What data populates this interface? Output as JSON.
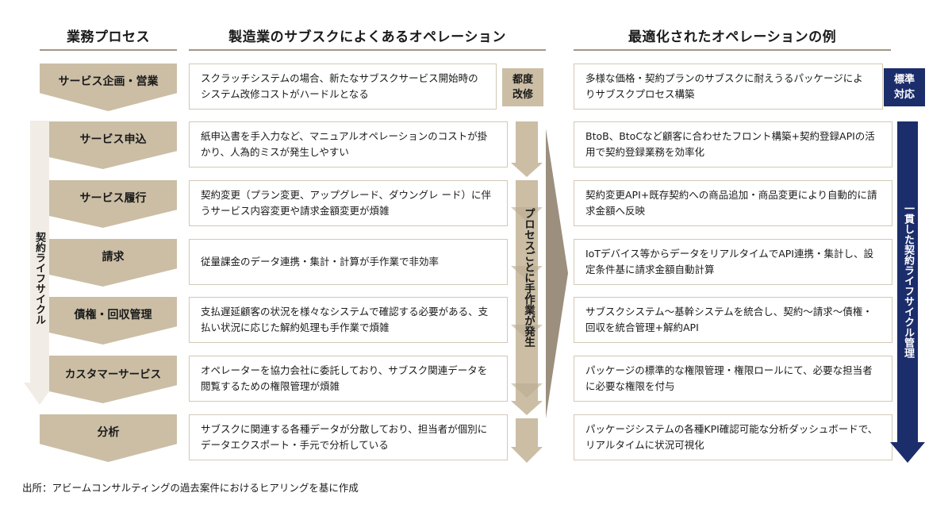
{
  "headers": {
    "process": "業務プロセス",
    "current": "製造業のサブスクによくあるオペレーション",
    "optimized": "最適化されたオペレーションの例"
  },
  "processes": [
    {
      "label": "サービス企画・営業"
    },
    {
      "label": "サービス申込"
    },
    {
      "label": "サービス履行"
    },
    {
      "label": "請求"
    },
    {
      "label": "債権・回収管理"
    },
    {
      "label": "カスタマーサービス"
    },
    {
      "label": "分析"
    }
  ],
  "current_ops": [
    {
      "text": "スクラッチシステムの場合、新たなサブスクサービス開始時のシステム改修コストがハードルとなる"
    },
    {
      "text": "紙申込書を手入力など、マニュアルオペレーションのコストが掛かり、人為的ミスが発生しやすい"
    },
    {
      "text": "契約変更（プラン変更、アップグレード、ダウングレ ード）に伴うサービス内容変更や請求金額変更が煩雑"
    },
    {
      "text": "従量課金のデータ連携・集計・計算が手作業で非効率"
    },
    {
      "text": "支払遅延顧客の状況を様々なシステムで確認する必要がある、支払い状況に応じた解約処理も手作業で煩雑"
    },
    {
      "text": "オペレーターを協力会社に委託しており、サブスク関連データを閲覧するための権限管理が煩雑"
    },
    {
      "text": "サブスクに関連する各種データが分散しており、担当者が個別にデータエクスポート・手元で分析している"
    }
  ],
  "optimized_ops": [
    {
      "text": "多様な価格・契約プランのサブスクに耐えうるパッケージによりサブスクプロセス構築"
    },
    {
      "text": "BtoB、BtoCなど顧客に合わせたフロント構築+契約登録APIの活用で契約登録業務を効率化"
    },
    {
      "text": "契約変更API+既存契約への商品追加・商品変更により自動的に請求金額へ反映"
    },
    {
      "text": "IoTデバイス等からデータをリアルタイムでAPI連携・集計し、設定条件基に請求金額自動計算"
    },
    {
      "text": "サブスクシステム～基幹システムを統合し、契約～請求～債権・回収を統合管理+解約API"
    },
    {
      "text": "パッケージの標準的な権限管理・権限ロールにて、必要な担当者に必要な権限を付与"
    },
    {
      "text": "パッケージシステムの各種KPI確認可能な分析ダッシュボードで、リアルタイムに状況可視化"
    }
  ],
  "tags": {
    "ad_hoc": "都度改修",
    "ad_hoc_line1": "都度",
    "ad_hoc_line2": "改修",
    "standard_line1": "標準",
    "standard_line2": "対応"
  },
  "vertical_labels": {
    "lifecycle": "契約ライフサイクル",
    "manual_work": "プロセスごとに手作業が発生",
    "consistent": "一貫した契約ライフサイクル管理"
  },
  "footnote": "出所：アビームコンサルティングの過去案件におけるヒアリングを基に作成",
  "colors": {
    "beige": "#cbbea5",
    "light_beige": "#f1ede6",
    "dark_taupe": "#9c8f7e",
    "navy": "#1b2d6b",
    "border": "#d3c8b6"
  }
}
